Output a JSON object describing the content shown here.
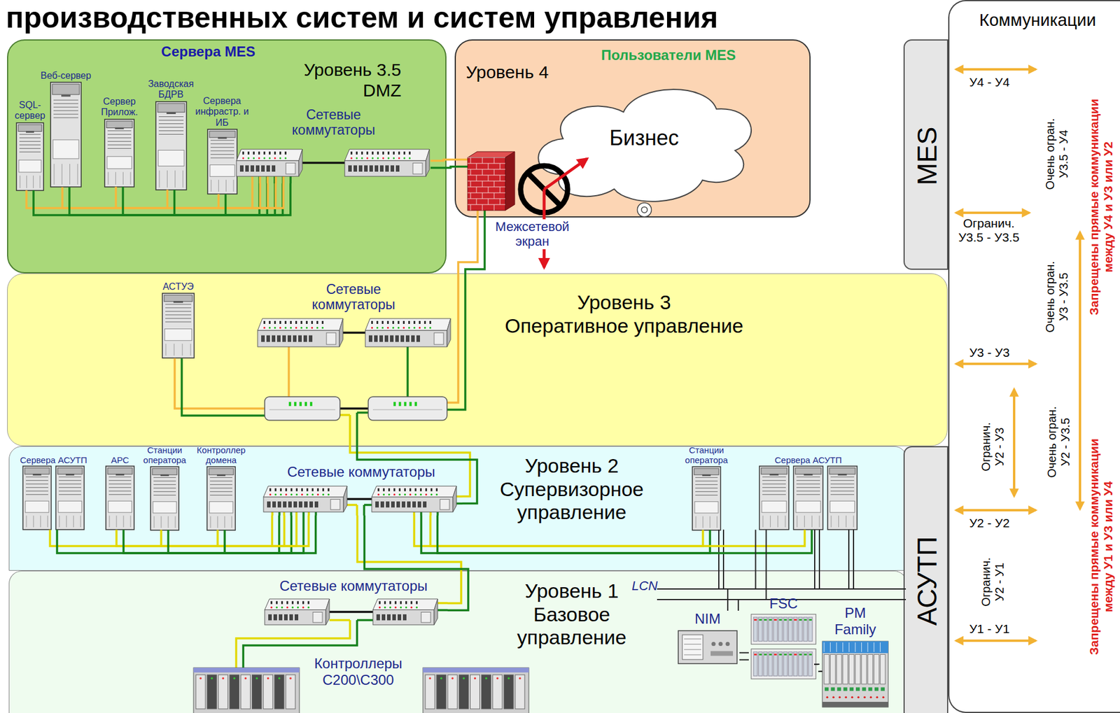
{
  "diagram": {
    "title": "производственных систем и систем управления",
    "nodes": [
      {
        "text": [
          "Сервера MES",
          "Уровень 3.5 DMZ"
        ]
      },
      {
        "text": [
          "SQL-сервер"
        ],
        "in": 0
      },
      {
        "text": [
          "Веб-сервер"
        ],
        "in": 0
      },
      {
        "text": [
          "Сервер Прилож."
        ],
        "in": 0
      },
      {
        "text": [
          "Заводская БДРВ"
        ],
        "in": 0
      },
      {
        "text": [
          "Сервера инфрастр. и ИБ"
        ],
        "in": 0
      },
      {
        "text": [
          "Сетевые коммутаторы"
        ],
        "in": 0
      },
      {
        "text": [
          "Пользователи MES",
          "Уровень 4"
        ]
      },
      {
        "text": [
          "Бизнес"
        ],
        "in": 7
      },
      {
        "text": [
          "Межсетевой экран"
        ]
      },
      {
        "text": [
          "Уровень 3",
          "Оперативное управление"
        ]
      },
      {
        "text": [
          "АСТУЭ"
        ],
        "in": 10
      },
      {
        "text": [
          "Сетевые коммутаторы"
        ],
        "in": 10
      },
      {
        "text": [
          "Уровень 2",
          "Супервизорное управление"
        ]
      },
      {
        "text": [
          "Сервера АСУТП"
        ],
        "in": 13
      },
      {
        "text": [
          "АРС"
        ],
        "in": 13
      },
      {
        "text": [
          "Станции оператора"
        ],
        "in": 13
      },
      {
        "text": [
          "Контроллер домена"
        ],
        "in": 13
      },
      {
        "text": [
          "Сетевые коммутаторы"
        ],
        "in": 13
      },
      {
        "text": [
          "Станции оператора"
        ],
        "in": 13
      },
      {
        "text": [
          "Сервера АСУТП"
        ],
        "in": 13
      },
      {
        "text": [
          "Уровень 1",
          "Базовое управление"
        ]
      },
      {
        "text": [
          "Сетевые коммутаторы"
        ],
        "in": 21
      },
      {
        "text": [
          "Контроллеры C200\\C300"
        ],
        "in": 21
      },
      {
        "text": [
          "NIM"
        ],
        "in": 21
      },
      {
        "text": [
          "FSC"
        ],
        "in": 21
      },
      {
        "text": [
          "PM Family"
        ],
        "in": 21
      },
      {
        "text": [
          "Коммуникации"
        ]
      },
      {
        "text": [
          "MES"
        ]
      },
      {
        "text": [
          "АСУТП"
        ]
      }
    ],
    "edges": [
      {
        "from": 1,
        "to": 6,
        "arrow": "none"
      },
      {
        "from": 2,
        "to": 6,
        "arrow": "none"
      },
      {
        "from": 3,
        "to": 6,
        "arrow": "none"
      },
      {
        "from": 4,
        "to": 6,
        "arrow": "none"
      },
      {
        "from": 5,
        "to": 6,
        "arrow": "none"
      },
      {
        "from": 6,
        "to": 9,
        "arrow": "none"
      },
      {
        "from": 9,
        "to": 12,
        "arrow": "none"
      },
      {
        "from": 11,
        "to": 12,
        "arrow": "none"
      },
      {
        "from": 12,
        "to": 18,
        "arrow": "none"
      },
      {
        "from": 14,
        "to": 18,
        "arrow": "none"
      },
      {
        "from": 15,
        "to": 18,
        "arrow": "none"
      },
      {
        "from": 16,
        "to": 18,
        "arrow": "none"
      },
      {
        "from": 17,
        "to": 18,
        "arrow": "none"
      },
      {
        "from": 19,
        "to": 18,
        "arrow": "none"
      },
      {
        "from": 20,
        "to": 18,
        "arrow": "none"
      },
      {
        "from": 18,
        "to": 22,
        "arrow": "none"
      },
      {
        "from": 22,
        "to": 23,
        "arrow": "none"
      },
      {
        "from": 20,
        "to": 24,
        "label": "LCN",
        "arrow": "none"
      },
      {
        "from": 24,
        "to": 25,
        "arrow": "none"
      },
      {
        "from": 25,
        "to": 26,
        "arrow": "none"
      }
    ],
    "labels": [
      "У4 - У4",
      "Очень огран. У3.5 - У4",
      "Огранич. У3.5 - У3.5",
      "Очень огран. У3 - У3.5",
      "У3 - У3",
      "Огранич. У2 - У3",
      "Очень огран. У2 - У3.5",
      "У2 - У2",
      "Огранич. У2 - У1",
      "У1 - У1",
      "Запрещены прямые коммуникации между У4 и У3 или У2",
      "Запрещены прямые коммуникации между У1 и У3 или У4"
    ]
  }
}
